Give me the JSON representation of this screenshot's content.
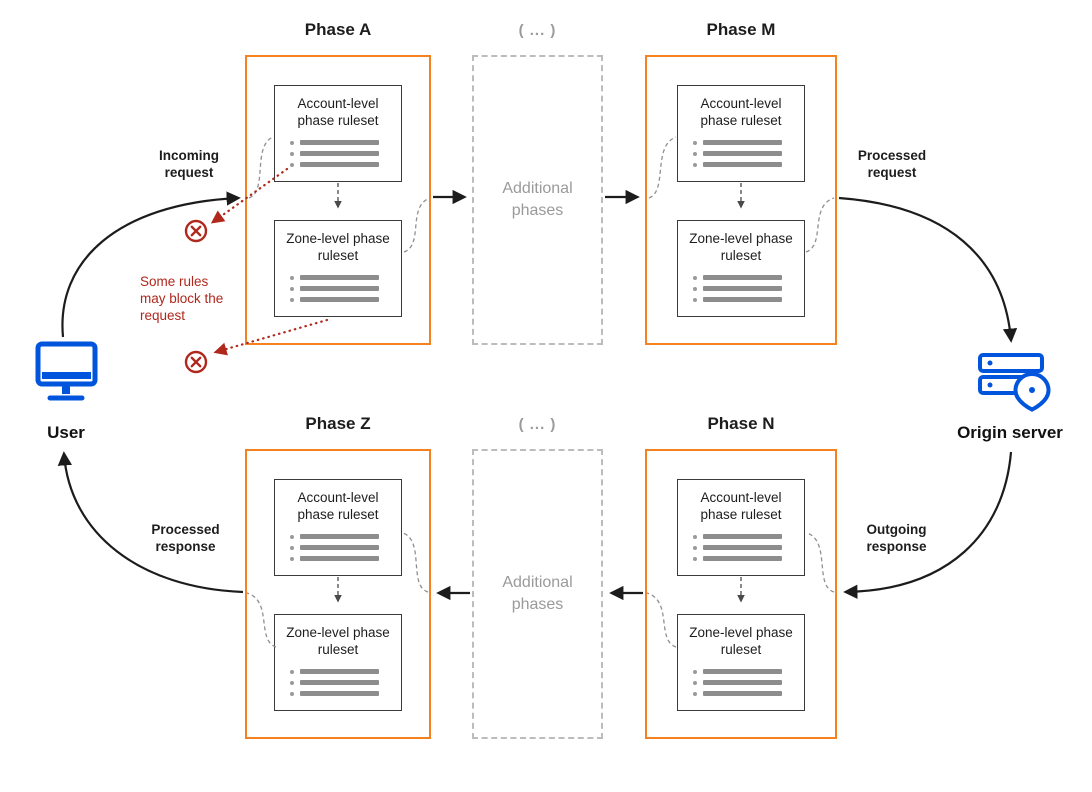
{
  "phases": {
    "a": {
      "title": "Phase A"
    },
    "m": {
      "title": "Phase M"
    },
    "z": {
      "title": "Phase Z"
    },
    "n": {
      "title": "Phase N"
    }
  },
  "additional": {
    "header": "( ... )",
    "label": "Additional phases"
  },
  "rulesets": {
    "account_label": "Account-level phase ruleset",
    "zone_label": "Zone-level phase ruleset"
  },
  "flow": {
    "incoming_request": "Incoming request",
    "processed_request": "Processed request",
    "outgoing_response": "Outgoing response",
    "processed_response": "Processed response"
  },
  "notes": {
    "block_note": "Some rules may block the request"
  },
  "actors": {
    "user_label": "User",
    "origin_label": "Origin server"
  },
  "colors": {
    "phase_border_orange": "#F6821F",
    "actor_blue": "#0055DC",
    "block_red": "#B0271C",
    "muted_gray": "#9A9A9A",
    "arrow_dark": "#1C1C1C"
  }
}
